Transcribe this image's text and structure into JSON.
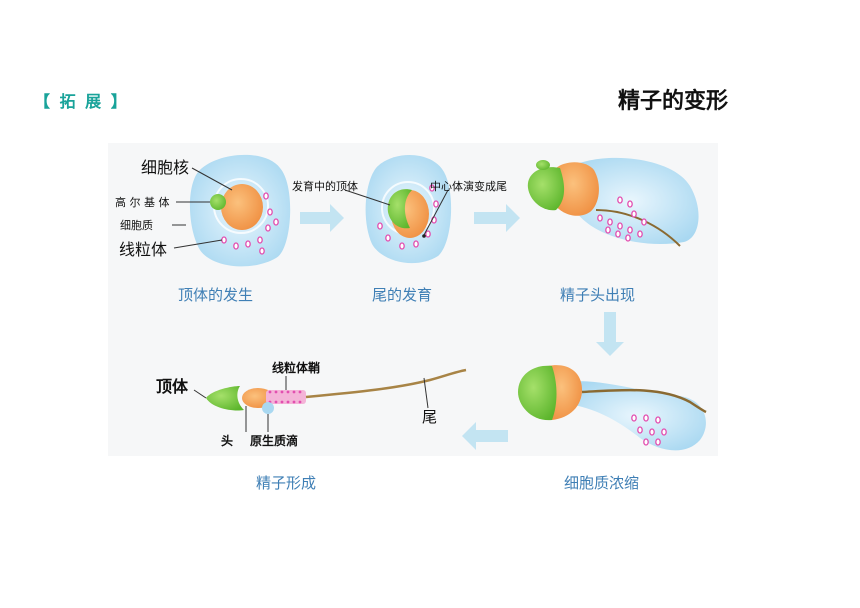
{
  "header": {
    "tag": "【 拓 展 】",
    "title": "精子的变形"
  },
  "stage1": {
    "caption": "顶体的发生",
    "labels": {
      "nucleus": "细胞核",
      "golgi": "高 尔 基 体",
      "cytoplasm": "细胞质",
      "mitochondria": "线粒体"
    }
  },
  "stage2": {
    "caption": "尾的发育",
    "labels": {
      "acrosome": "发育中的顶体",
      "centriole": "中心体演变成尾"
    }
  },
  "stage3": {
    "caption": "精子头出现"
  },
  "stage4": {
    "caption": "细胞质浓缩"
  },
  "stage5": {
    "caption": "精子形成",
    "labels": {
      "acrosome": "顶体",
      "sheath": "线粒体鞘",
      "tail": "尾",
      "head": "头",
      "droplet": "原生质滴"
    }
  },
  "colors": {
    "cytoplasm": "#bfe3f6",
    "nucleus": "#f7a35a",
    "acrosome": "#79c83d",
    "mitochondria": "#e24fb0",
    "tail": "#8a6a32",
    "arrow": "#c3e4f2",
    "caption": "#3f7fb5",
    "tag": "#19a39a"
  }
}
